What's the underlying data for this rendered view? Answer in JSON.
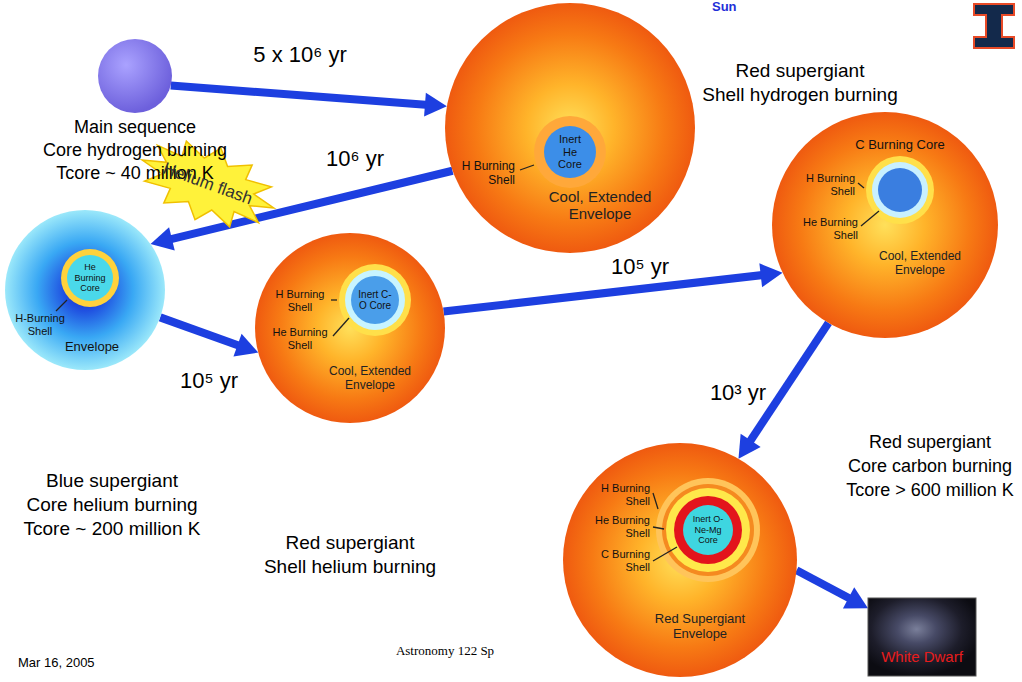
{
  "diagram": {
    "nodes": [
      {
        "text": [
          "Main sequence",
          "Core hydrogen burning",
          "Tcore ~ 40 million K"
        ]
      },
      {
        "text": [
          "Red supergiant",
          "Shell hydrogen burning",
          "Cool, Extended Envelope"
        ]
      },
      {
        "text": [
          "Inert He Core"
        ],
        "in": 1
      },
      {
        "text": [
          "Blue supergiant",
          "Core helium burning",
          "Tcore ~ 200 million K",
          "Envelope"
        ]
      },
      {
        "text": [
          "He Burning Core"
        ],
        "in": 3
      },
      {
        "text": [
          "Red supergiant",
          "Shell helium burning",
          "Cool, Extended Envelope"
        ]
      },
      {
        "text": [
          "Inert C-O Core"
        ],
        "in": 5
      },
      {
        "text": [
          "Red supergiant",
          "Core carbon burning",
          "Tcore > 600 million K",
          "Cool, Extended Envelope"
        ]
      },
      {
        "text": [
          "C Burning Core"
        ],
        "in": 7
      },
      {
        "text": [
          "Red Supergiant Envelope"
        ]
      },
      {
        "text": [
          "Inert O-Ne-Mg Core"
        ],
        "in": 9
      },
      {
        "text": [
          "White Dwarf"
        ]
      }
    ],
    "edges": [
      {
        "from": 0,
        "to": 1,
        "arrow": "to",
        "label": "5 x 10⁶ yr"
      },
      {
        "from": 1,
        "to": 3,
        "arrow": "to",
        "label": "10⁶ yr"
      },
      {
        "from": 3,
        "to": 5,
        "arrow": "to",
        "label": "10⁵ yr"
      },
      {
        "from": 5,
        "to": 7,
        "arrow": "to",
        "label": "10⁵ yr"
      },
      {
        "from": 7,
        "to": 9,
        "arrow": "to",
        "label": "10³ yr"
      },
      {
        "from": 9,
        "to": 11,
        "arrow": "to"
      }
    ],
    "labels": [
      "Sun",
      "Helium flash",
      "H Burning Shell",
      "H-Burning Shell",
      "H Burning Shell",
      "He Burning Shell",
      "H Burning Shell",
      "He Burning Shell",
      "H Burning Shell",
      "He Burning Shell",
      "C Burning Shell",
      "Astronomy 122 Sp",
      "Mar 16, 2005"
    ]
  }
}
